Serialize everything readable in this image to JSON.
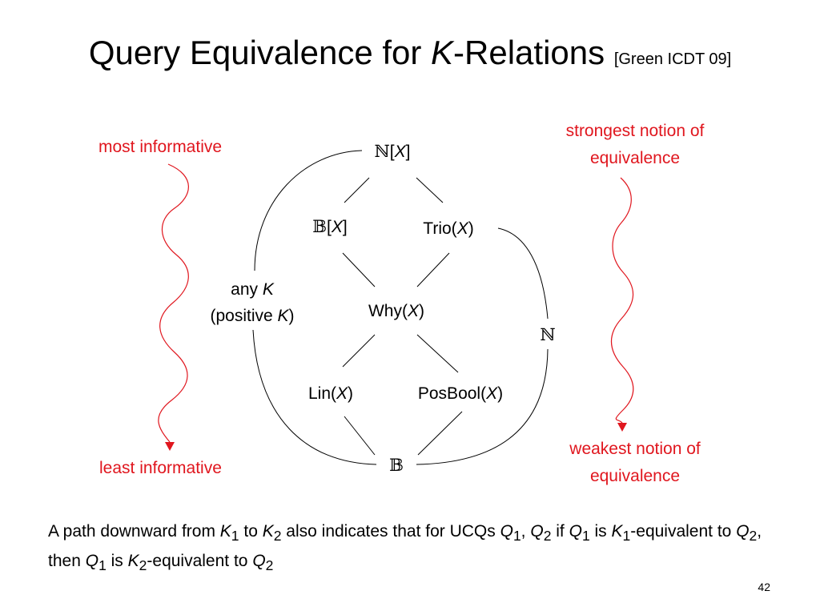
{
  "title": {
    "prefix": "Query Equivalence for ",
    "italic": "K",
    "suffix": "-Relations",
    "citation": "[Green ICDT 09]"
  },
  "left_arrow": {
    "top_label": "most informative",
    "bottom_label": "least informative"
  },
  "right_arrow": {
    "top_label_line1": "strongest notion of",
    "top_label_line2": "equivalence",
    "bottom_label_line1": "weakest notion  of",
    "bottom_label_line2": "equivalence"
  },
  "nodes": {
    "nx": {
      "sym": "ℕ",
      "pre": "[",
      "var": "X",
      "post": "]"
    },
    "bx": {
      "sym": "𝔹",
      "pre": "[",
      "var": "X",
      "post": "]"
    },
    "trio": {
      "name": "Trio(",
      "var": "X",
      "post": ")"
    },
    "why": {
      "name": "Why(",
      "var": "X",
      "post": ")"
    },
    "lin": {
      "name": "Lin(",
      "var": "X",
      "post": ")"
    },
    "posbool": {
      "name": "PosBool(",
      "var": "X",
      "post": ")"
    },
    "b": {
      "sym": "𝔹"
    },
    "n": {
      "sym": "ℕ"
    },
    "anyk": {
      "line1_pre": "any ",
      "line1_var": "K",
      "line2_pre": "(positive ",
      "line2_var": "K",
      "line2_post": ")"
    }
  },
  "footnote": {
    "t1": "A path downward from ",
    "k1": "K",
    "k1_sub": "1",
    "t2": " to ",
    "k2": "K",
    "k2_sub": "2",
    "t3": " also indicates that for UCQs ",
    "q1": "Q",
    "q1_sub": "1",
    "t4": ", ",
    "q2": "Q",
    "q2_sub": "2",
    "t5": " if ",
    "q1b": "Q",
    "q1b_sub": "1",
    "t6": " is ",
    "k1b": "K",
    "k1b_sub": "1",
    "t7": "-equivalent to ",
    "q2b": "Q",
    "q2b_sub": "2",
    "t8": ", then ",
    "q1c": "Q",
    "q1c_sub": "1",
    "t9": " is ",
    "k2b": "K",
    "k2b_sub": "2",
    "t10": "-equivalent to ",
    "q2c": "Q",
    "q2c_sub": "2"
  },
  "page_number": "42",
  "colors": {
    "accent_red": "#e0161e",
    "text": "#000000",
    "line": "#000000"
  }
}
